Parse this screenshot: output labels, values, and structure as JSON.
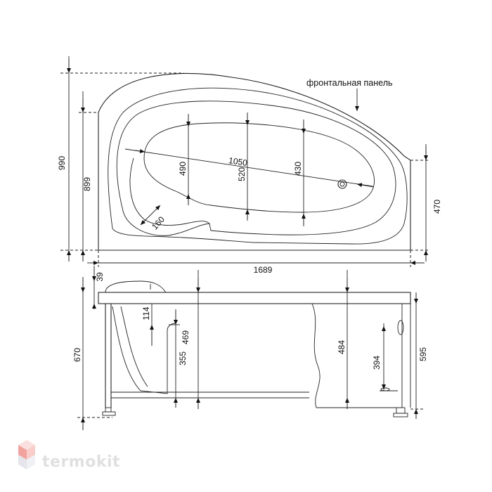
{
  "plan": {
    "panel_label": "фронтальная панель",
    "dims": {
      "total_depth": "990",
      "left_depth": "899",
      "diagonal": "1050",
      "width_a": "490",
      "width_b": "520",
      "width_c": "430",
      "radius": "160",
      "right_depth": "470",
      "length": "1689"
    }
  },
  "elevation": {
    "dims": {
      "rim": "39",
      "headrest": "114",
      "height_total": "670",
      "seat_355": "355",
      "seat_469": "469",
      "depth_484": "484",
      "drain_394": "394",
      "panel_595": "595"
    }
  },
  "brand": {
    "name": "termokit",
    "accent": "#e8584f",
    "icon": "cube-logo-icon"
  }
}
